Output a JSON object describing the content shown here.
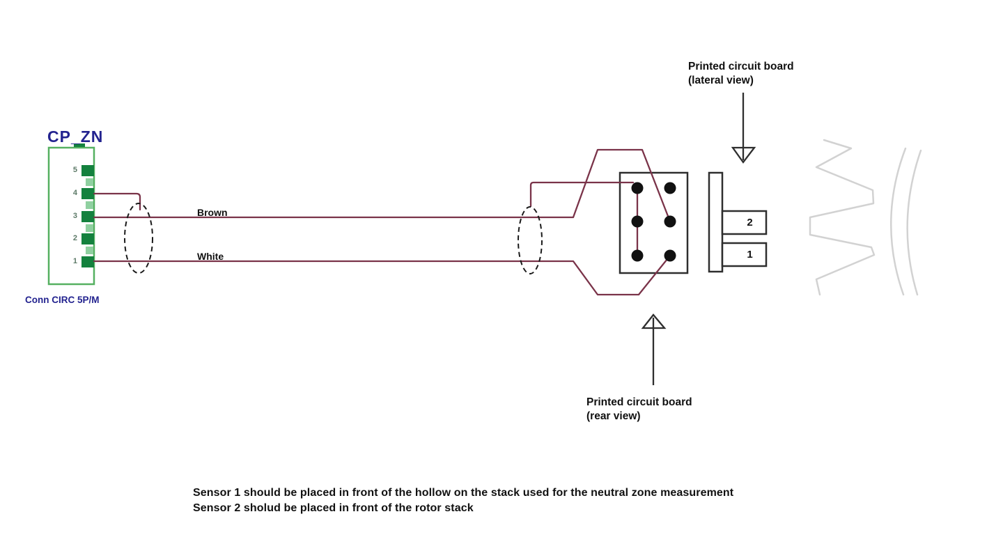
{
  "diagram": {
    "connector": {
      "title": "CP_ZN",
      "subtitle": "Conn CIRC 5P/M",
      "pins": [
        {
          "n": "5"
        },
        {
          "n": "4"
        },
        {
          "n": "3"
        },
        {
          "n": "2"
        },
        {
          "n": "1"
        }
      ]
    },
    "wires": {
      "brown_label": "Brown",
      "white_label": "White"
    },
    "pcb_lateral": {
      "label_line1": "Printed circuit board",
      "label_line2": "(lateral view)"
    },
    "pcb_rear": {
      "label_line1": "Printed circuit board",
      "label_line2": "(rear view)"
    },
    "sensors": [
      {
        "id": "2"
      },
      {
        "id": "1"
      }
    ],
    "notes": {
      "line1": "Sensor 1 should be placed in front of the hollow on the stack used for the neutral zone measurement",
      "line2": "Sensor 2 sholud be placed in front of the rotor stack"
    },
    "colors": {
      "wire_maroon": "#7a3349",
      "pin_green": "#14813e",
      "pin_light_green": "#8fd0a0",
      "connector_border_green": "#55b060",
      "label_navy": "#23238f",
      "line_dark": "#2e2e2e",
      "rotor_gray": "#d2d2d2"
    }
  }
}
